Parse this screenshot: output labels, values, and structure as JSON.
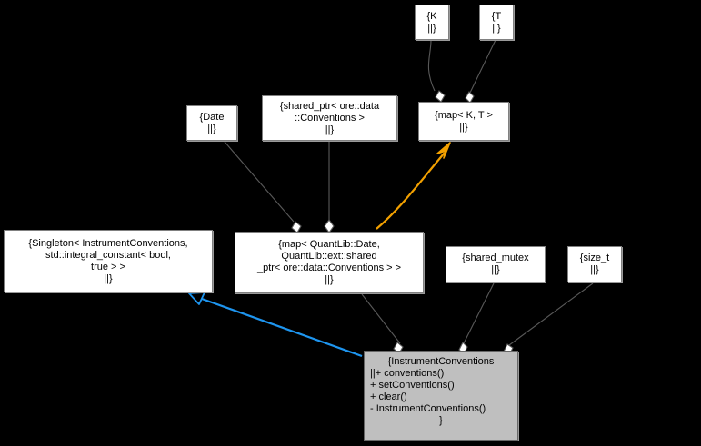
{
  "diagram": {
    "kind": "uml-collaboration-diagram",
    "background_color": "#000000",
    "node_fill": "#ffffff",
    "node_border": "#808080",
    "focus_fill": "#bfbfbf",
    "edge_color": "#595959",
    "inheritance_color": "#1e95ef",
    "template_color": "#f2a000",
    "nodes": {
      "k_param": {
        "lines": [
          "{K",
          "||}"
        ]
      },
      "t_param": {
        "lines": [
          "{T",
          "||}"
        ]
      },
      "date": {
        "lines": [
          "{Date",
          "||}"
        ]
      },
      "shared_ptr_conventions": {
        "lines": [
          "{shared_ptr< ore::data",
          "::Conventions >",
          "||}"
        ]
      },
      "map_k_t": {
        "lines": [
          "{map< K, T >",
          "||}"
        ]
      },
      "singleton": {
        "lines": [
          "{Singleton< InstrumentConventions,",
          "std::integral_constant< bool,",
          "true > >",
          "||}"
        ]
      },
      "map_date_conventions": {
        "lines": [
          "{map< QuantLib::Date,",
          "QuantLib::ext::shared",
          "_ptr< ore::data::Conventions > >",
          "||}"
        ]
      },
      "shared_mutex": {
        "lines": [
          "{shared_mutex",
          "||}"
        ]
      },
      "size_t": {
        "lines": [
          "{size_t",
          "||}"
        ]
      },
      "instrument_conventions": {
        "lines": [
          "{InstrumentConventions",
          "||+ conventions()",
          "+ setConventions()",
          "+ clear()",
          "- InstrumentConventions()",
          "}"
        ]
      }
    }
  }
}
